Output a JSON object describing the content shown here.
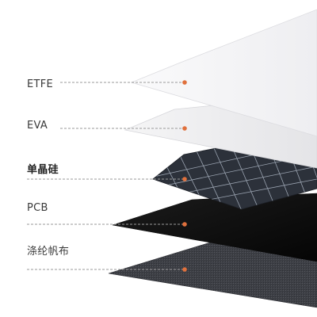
{
  "layers": [
    {
      "label": "ETFE"
    },
    {
      "label": "EVA"
    },
    {
      "label": "单晶硅"
    },
    {
      "label": "PCB"
    },
    {
      "label": "涤纶帆布"
    }
  ],
  "colors": {
    "leader_line": "#9a9a9a",
    "marker_dot": "#e0703c",
    "etfe": "#f4f4f6",
    "eva": "#ececee",
    "silicon": "#2c313a",
    "pcb": "#111111",
    "canvas": "#3e4047"
  }
}
